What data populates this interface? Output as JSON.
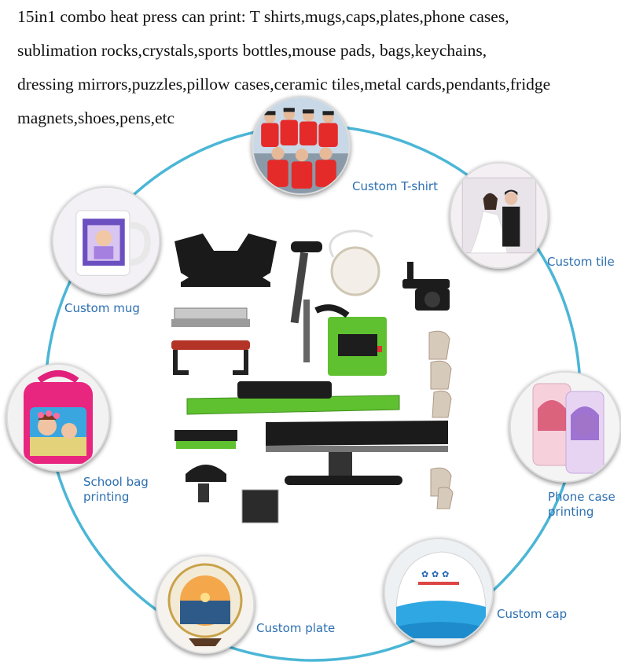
{
  "intro": {
    "lines": [
      "15in1 combo heat press can print: T shirts,mugs,caps,plates,phone cases,",
      "sublimation rocks,crystals,sports bottles,mouse pads, bags,keychains,",
      "dressing mirrors,puzzles,pillow cases,ceramic tiles,metal cards,pendants,fridge",
      "magnets,shoes,pens,etc"
    ]
  },
  "products": {
    "tshirt": {
      "label": "Custom T-shirt"
    },
    "tile": {
      "label": "Custom tile"
    },
    "mug": {
      "label": "Custom mug"
    },
    "bag": {
      "line1": "School bag",
      "line2": "printing"
    },
    "phone": {
      "line1": "Phone case",
      "line2": "printing"
    },
    "cap": {
      "label": "Custom cap"
    },
    "plate": {
      "label": "Custom plate"
    }
  },
  "colors": {
    "ring": "#4bb6d6",
    "label": "#2c6fb0",
    "machine_green": "#5fc12f"
  }
}
